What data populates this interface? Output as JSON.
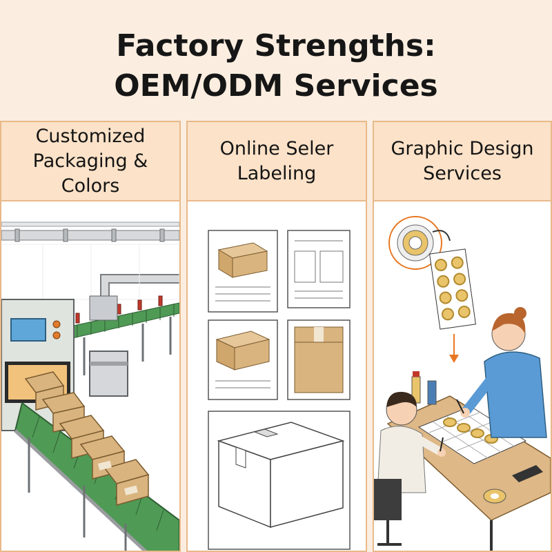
{
  "title": {
    "line1": "Factory Strengths:",
    "line2": "OEM/ODM Services"
  },
  "panels": [
    {
      "heading_lines": [
        "Customized",
        "Packaging &",
        "Colors"
      ],
      "illustration": "factory-conveyor-line"
    },
    {
      "heading_lines": [
        "Online Seler",
        "Labeling"
      ],
      "illustration": "label-and-box-documents"
    },
    {
      "heading_lines": [
        "Graphic Design",
        "Services"
      ],
      "illustration": "designers-at-table"
    }
  ],
  "colors": {
    "background": "#fbeee0",
    "panel_header": "#fbe2c8",
    "panel_border": "#e8b98a",
    "conveyor_green": "#4f9a55",
    "box_tan": "#d9b47f",
    "accent_orange": "#e87722"
  }
}
